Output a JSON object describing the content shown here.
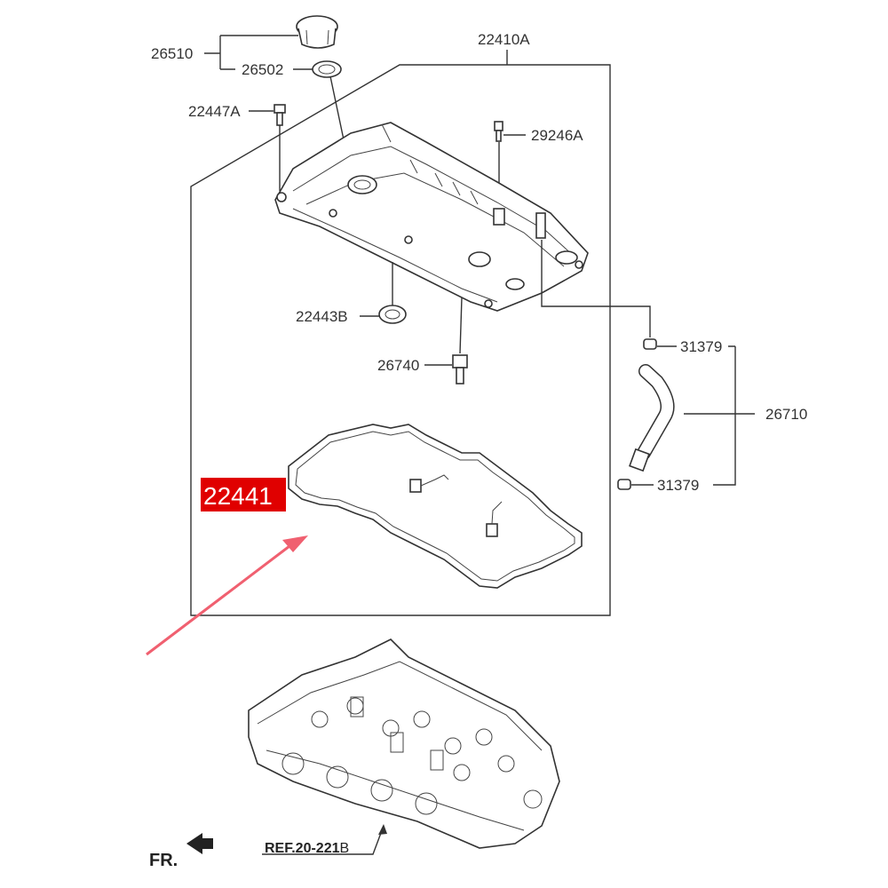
{
  "labels": {
    "oil_cap": "26510",
    "cap_gasket": "26502",
    "cover_assy": "22410A",
    "bolt": "22447A",
    "stud": "29246A",
    "seal": "22443B",
    "pcv_valve": "26740",
    "clip_top": "31379",
    "clip_bottom": "31379",
    "hose": "26710",
    "gasket": "22441",
    "ref_text": "REF.20-221",
    "ref_suffix": "B",
    "front": "FR."
  },
  "colors": {
    "highlight": "#e00000",
    "arrow": "#f06070",
    "line": "#333333"
  }
}
